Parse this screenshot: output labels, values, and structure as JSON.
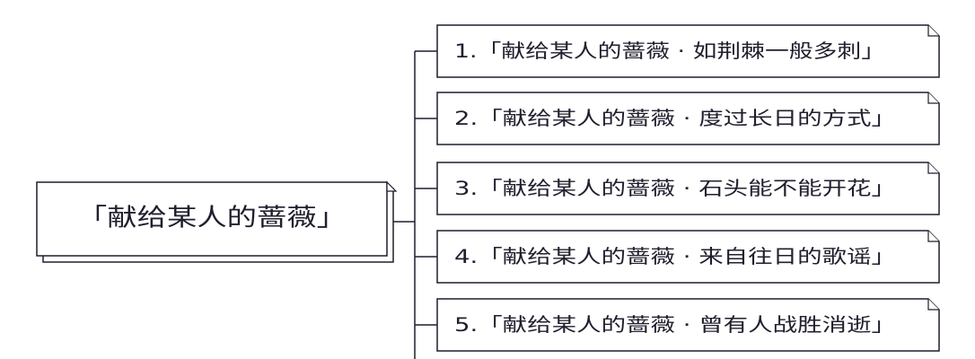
{
  "root": {
    "label": "「献给某人的蔷薇」"
  },
  "children": [
    {
      "label": "1.「献给某人的蔷薇 · 如荆棘一般多刺」"
    },
    {
      "label": "2.「献给某人的蔷薇 · 度过长日的方式」"
    },
    {
      "label": "3.「献给某人的蔷薇 · 石头能不能开花」"
    },
    {
      "label": "4.「献给某人的蔷薇 · 来自往日的歌谣」"
    },
    {
      "label": "5.「献给某人的蔷薇 · 曾有人战胜消逝」"
    }
  ]
}
